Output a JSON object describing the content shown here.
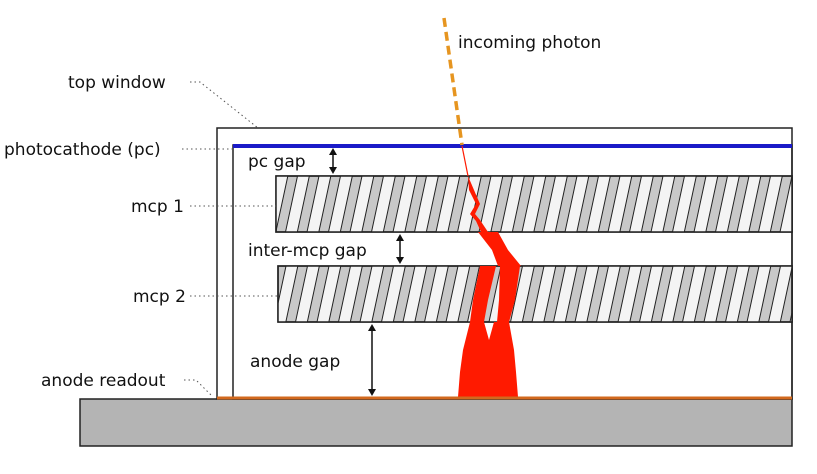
{
  "labels": {
    "incoming_photon": "incoming photon",
    "top_window": "top window",
    "photocathode": "photocathode (pc)",
    "pc_gap": "pc gap",
    "mcp1": "mcp 1",
    "inter_mcp_gap": "inter-mcp gap",
    "mcp2": "mcp 2",
    "anode_gap": "anode gap",
    "anode_readout": "anode readout"
  },
  "colors": {
    "photocathode": "#1a1ac8",
    "photon": "#e69520",
    "anode_strip": "#d2691e",
    "cascade": "#ff1a00",
    "plate_fill": "#c8c8c8",
    "channel_fill": "#f4f4f4",
    "base_fill": "#b4b4b4",
    "outline": "#222222"
  }
}
